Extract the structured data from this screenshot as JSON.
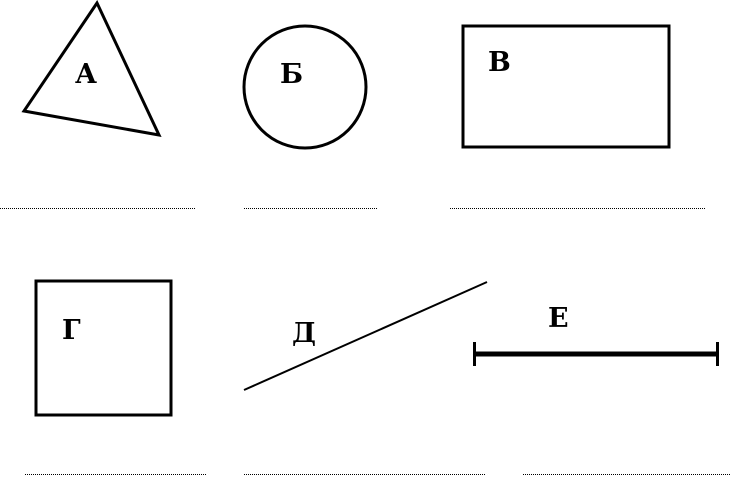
{
  "figures": [
    {
      "id": "a",
      "label": "А",
      "shape": "triangle"
    },
    {
      "id": "b",
      "label": "Б",
      "shape": "circle"
    },
    {
      "id": "v",
      "label": "В",
      "shape": "rectangle"
    },
    {
      "id": "g",
      "label": "Г",
      "shape": "square"
    },
    {
      "id": "d",
      "label": "Д",
      "shape": "line"
    },
    {
      "id": "e",
      "label": "Е",
      "shape": "segment"
    }
  ],
  "colors": {
    "stroke": "#000000",
    "background": "#ffffff"
  }
}
